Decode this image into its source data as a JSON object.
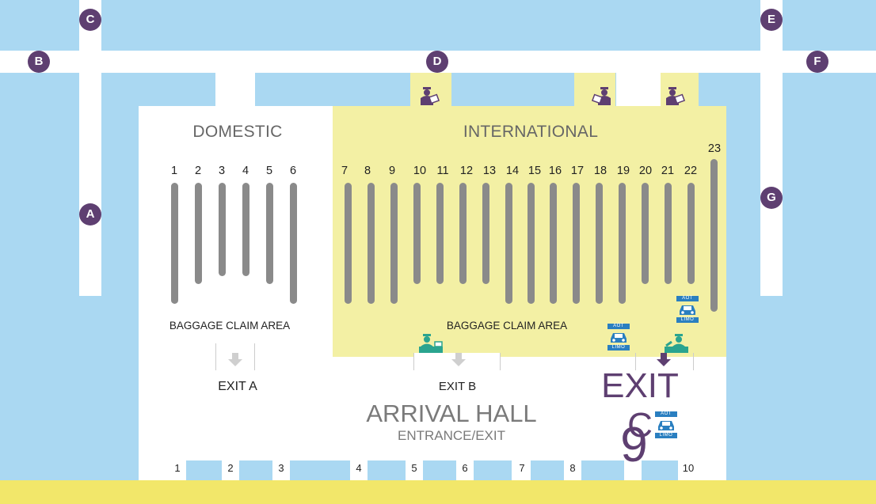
{
  "areas": {
    "domestic_title": "DOMESTIC",
    "international_title": "INTERNATIONAL",
    "domestic_baggage": "BAGGAGE CLAIM AREA",
    "international_baggage": "BAGGAGE CLAIM AREA",
    "arrival_hall": "ARRIVAL HALL",
    "entrance_exit": "ENTRANCE/EXIT"
  },
  "exits": {
    "a": "EXIT A",
    "b": "EXIT B",
    "c": "EXIT C"
  },
  "gates": {
    "a": "A",
    "b": "B",
    "c": "C",
    "d": "D",
    "e": "E",
    "f": "F",
    "g": "G"
  },
  "carousels": [
    "1",
    "2",
    "3",
    "4",
    "5",
    "6",
    "7",
    "8",
    "9",
    "10",
    "11",
    "12",
    "13",
    "14",
    "15",
    "16",
    "17",
    "18",
    "19",
    "20",
    "21",
    "22",
    "23"
  ],
  "doors": [
    "1",
    "2",
    "3",
    "4",
    "5",
    "6",
    "7",
    "8",
    "10"
  ],
  "big_door": "9",
  "limo": {
    "top": "AOT",
    "bottom": "LIMO"
  },
  "colors": {
    "water": "#aad8f2",
    "international": "#f3f0a4",
    "curb": "#f2e76a",
    "gate_marker": "#5e3f71",
    "carousel": "#8a8a8a",
    "customs_icon": "#2aa48f",
    "immigration_icon": "#5e3f71",
    "limo_icon": "#2a7fc0"
  },
  "icons": [
    "immigration-officer-icon",
    "customs-officer-icon",
    "aot-limo-icon",
    "exit-arrow-icon"
  ]
}
